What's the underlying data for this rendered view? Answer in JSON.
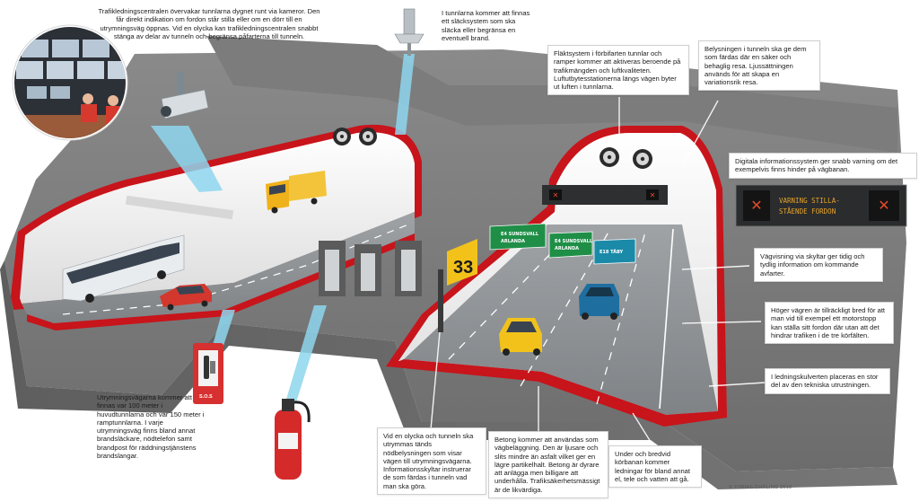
{
  "callouts": {
    "control_center": "Trafikledningscentralen övervakar tunnlarna dygnet runt via kameror. Den får direkt indikation om fordon står stilla eller om en dörr till en utrymningsväg öppnas. Vid en olycka kan trafikledningscentralen snabbt stänga av delar av tunneln och begränsa påfarterna till tunneln.",
    "sprinklers": "I tunnlarna kommer att finnas ett släcksystem som ska släcka eller begränsa en eventuell brand.",
    "ventilation": "Fläktsystem i förbifarten tunnlar och ramper kommer att aktiveras beroende på trafikmängden och luftkvaliteten. Luftutbytesstationerna längs vägen byter ut luften i tunnlarna.",
    "lighting": "Belysningen i tunneln ska ge dem som färdas där en säker och behaglig resa. Ljussättningen används för att skapa en variationsrik resa.",
    "info_system": "Digitala informationssystem ger snabb varning om det exempelvis finns hinder på vägbanan.",
    "signage": "Vägvisning via skyltar ger tidig och tydlig information om kommande avfarter.",
    "shoulder": "Höger vägren är tillräckligt bred för att man vid till exempel ett motorstopp kan ställa sitt fordon där utan att det hindrar trafiken i de tre körfälten.",
    "culvert": "I ledningskulverten placeras en stor del av den tekniska utrustningen.",
    "emergency_exits": "Utrymningsvägarna kommer att finnas var 100 meter i huvudtunnlarna och var 150 meter i ramptunnlarna. I varje utrymningsväg finns bland annat brandsläckare, nödtelefon samt brandpost för räddningstjänstens brandslangar.",
    "evacuation": "Vid en olycka och tunneln ska utrymmas tänds nödbelysningen som visar vägen till utrymningsvägarna. Informationsskyltar instruerar de som färdas i tunneln vad man ska göra.",
    "pavement": "Betong kommer att användas som vägbeläggning. Den är ljusare och slits mindre än asfalt vilket ger en lägre partikelhalt. Betong är dyrare att anlägga men billigare att underhålla. Trafiksäkerhetsmässigt är de likvärdiga.",
    "utilities": "Under och bredvid körbanan kommer ledningar för bland annat el, tele och vatten att gå."
  },
  "signs": {
    "sign_1_line_1": "E4 SUNDSVALL",
    "sign_1_line_2": "ARLANDA",
    "sign_2_line_1": "E4 SUNDSVALL",
    "sign_2_line_2": "ARLANDA",
    "sign_3": "E18 TÄBY",
    "exit_number": "33",
    "vms_line_1": "VARNING STILLA-",
    "vms_line_2": "STÅENDE FORDON",
    "sos": "S.O.S"
  },
  "credit": "© TOBIAS ÖHRLING 2013",
  "colors": {
    "tunnel_red": "#c8141b",
    "road_grey": "#8f9396",
    "rock_grey": "#6e6e6e",
    "sign_green": "#1f8f47",
    "sign_teal": "#1b8aa8",
    "exit_yellow": "#f2c21b",
    "callout_beam": "#8ed6ee"
  },
  "icons": {
    "camera": "surveillance-camera-icon",
    "sprinkler": "sprinkler-icon",
    "fan": "jet-fan-icon",
    "phone": "emergency-phone-icon",
    "extinguisher": "fire-extinguisher-icon"
  }
}
